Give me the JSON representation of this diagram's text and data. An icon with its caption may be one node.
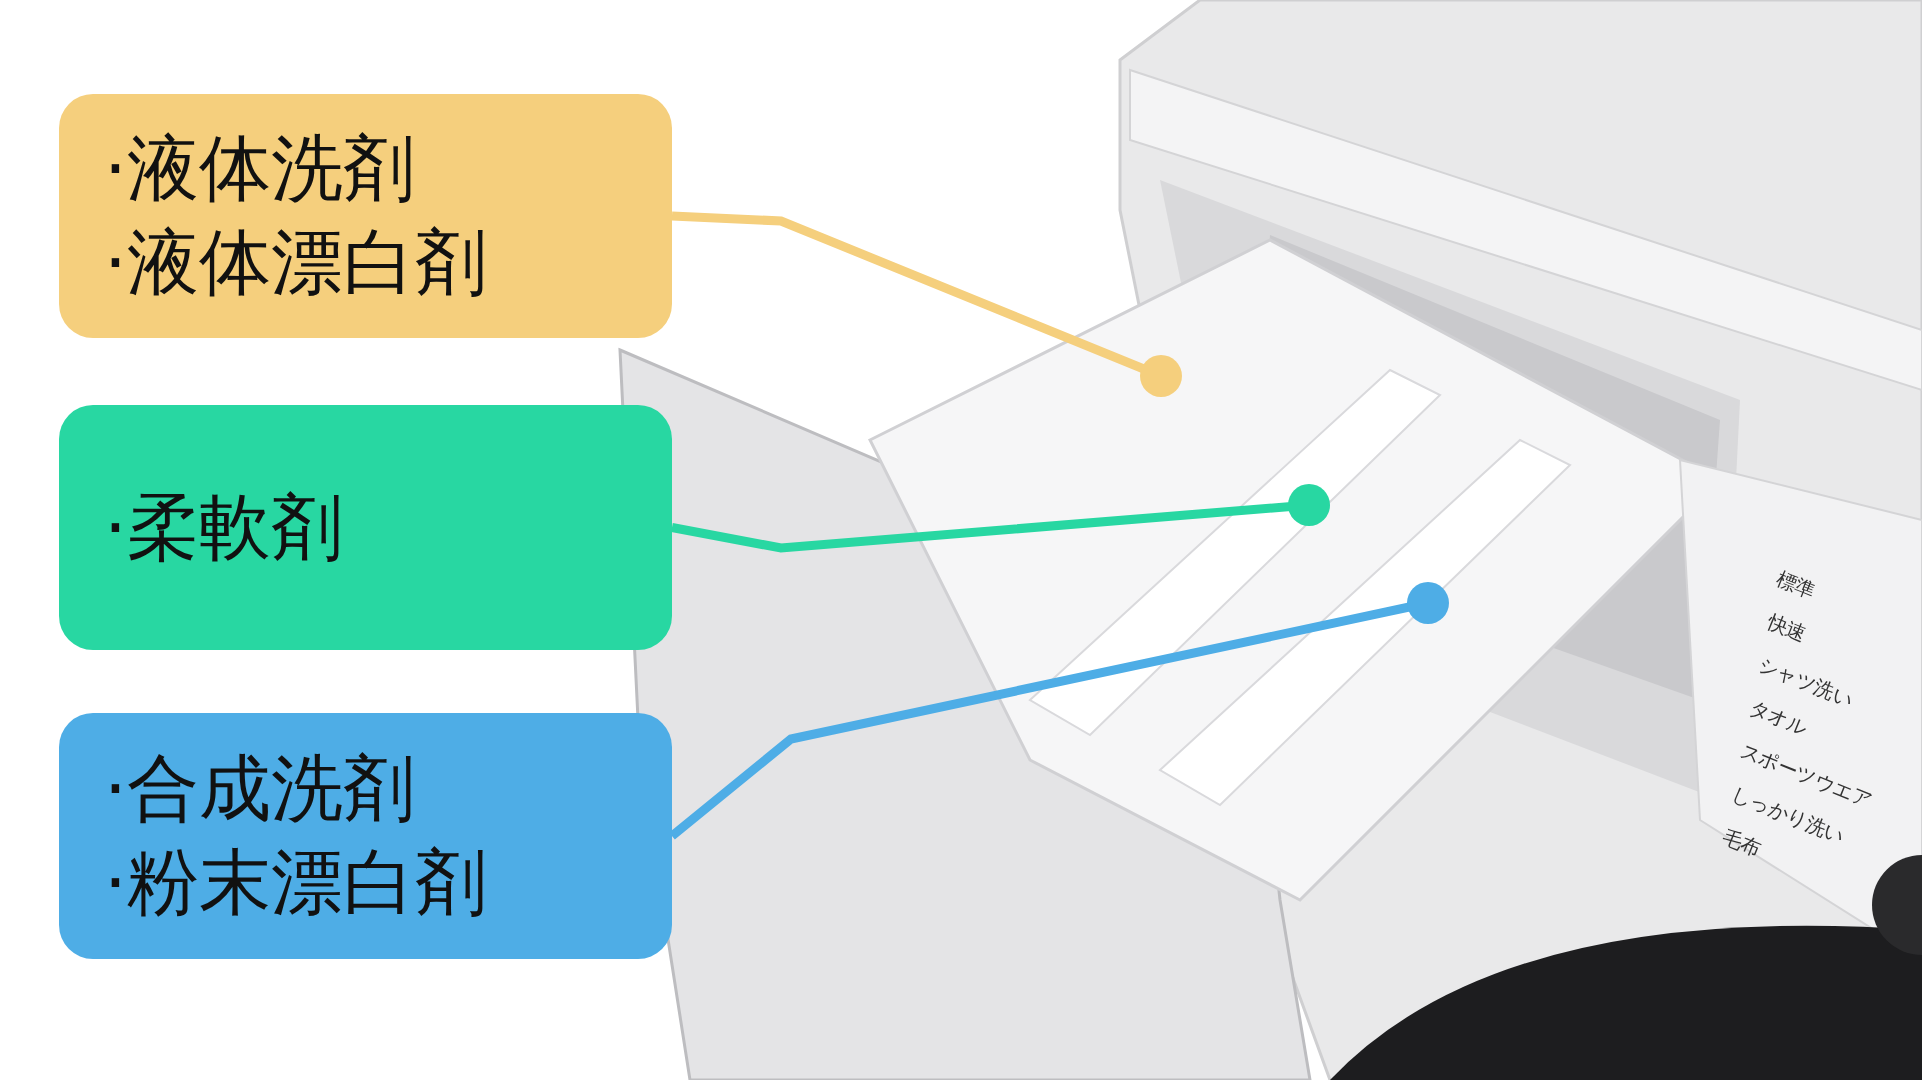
{
  "diagram": {
    "nodes": [
      {
        "text": [
          "·液体洗剤",
          "·液体漂白剤"
        ]
      },
      {
        "text": [
          "·柔軟剤"
        ]
      },
      {
        "text": [
          "·合成洗剤",
          "·粉末漂白剤"
        ]
      },
      {
        "text": [],
        "shape": "circle"
      },
      {
        "text": [],
        "shape": "circle"
      },
      {
        "text": [],
        "shape": "circle"
      }
    ],
    "edges": [
      {
        "from": 0,
        "to": 3,
        "arrow": "none",
        "color": "#f5cf7d"
      },
      {
        "from": 1,
        "to": 4,
        "arrow": "none",
        "color": "#28d7a2"
      },
      {
        "from": 2,
        "to": 5,
        "arrow": "none",
        "color": "#4eade6"
      }
    ],
    "labels": [
      "標準",
      "快速",
      "シャツ洗い",
      "タオル",
      "スポーツウエア",
      "しっかり洗い",
      "毛布"
    ]
  }
}
